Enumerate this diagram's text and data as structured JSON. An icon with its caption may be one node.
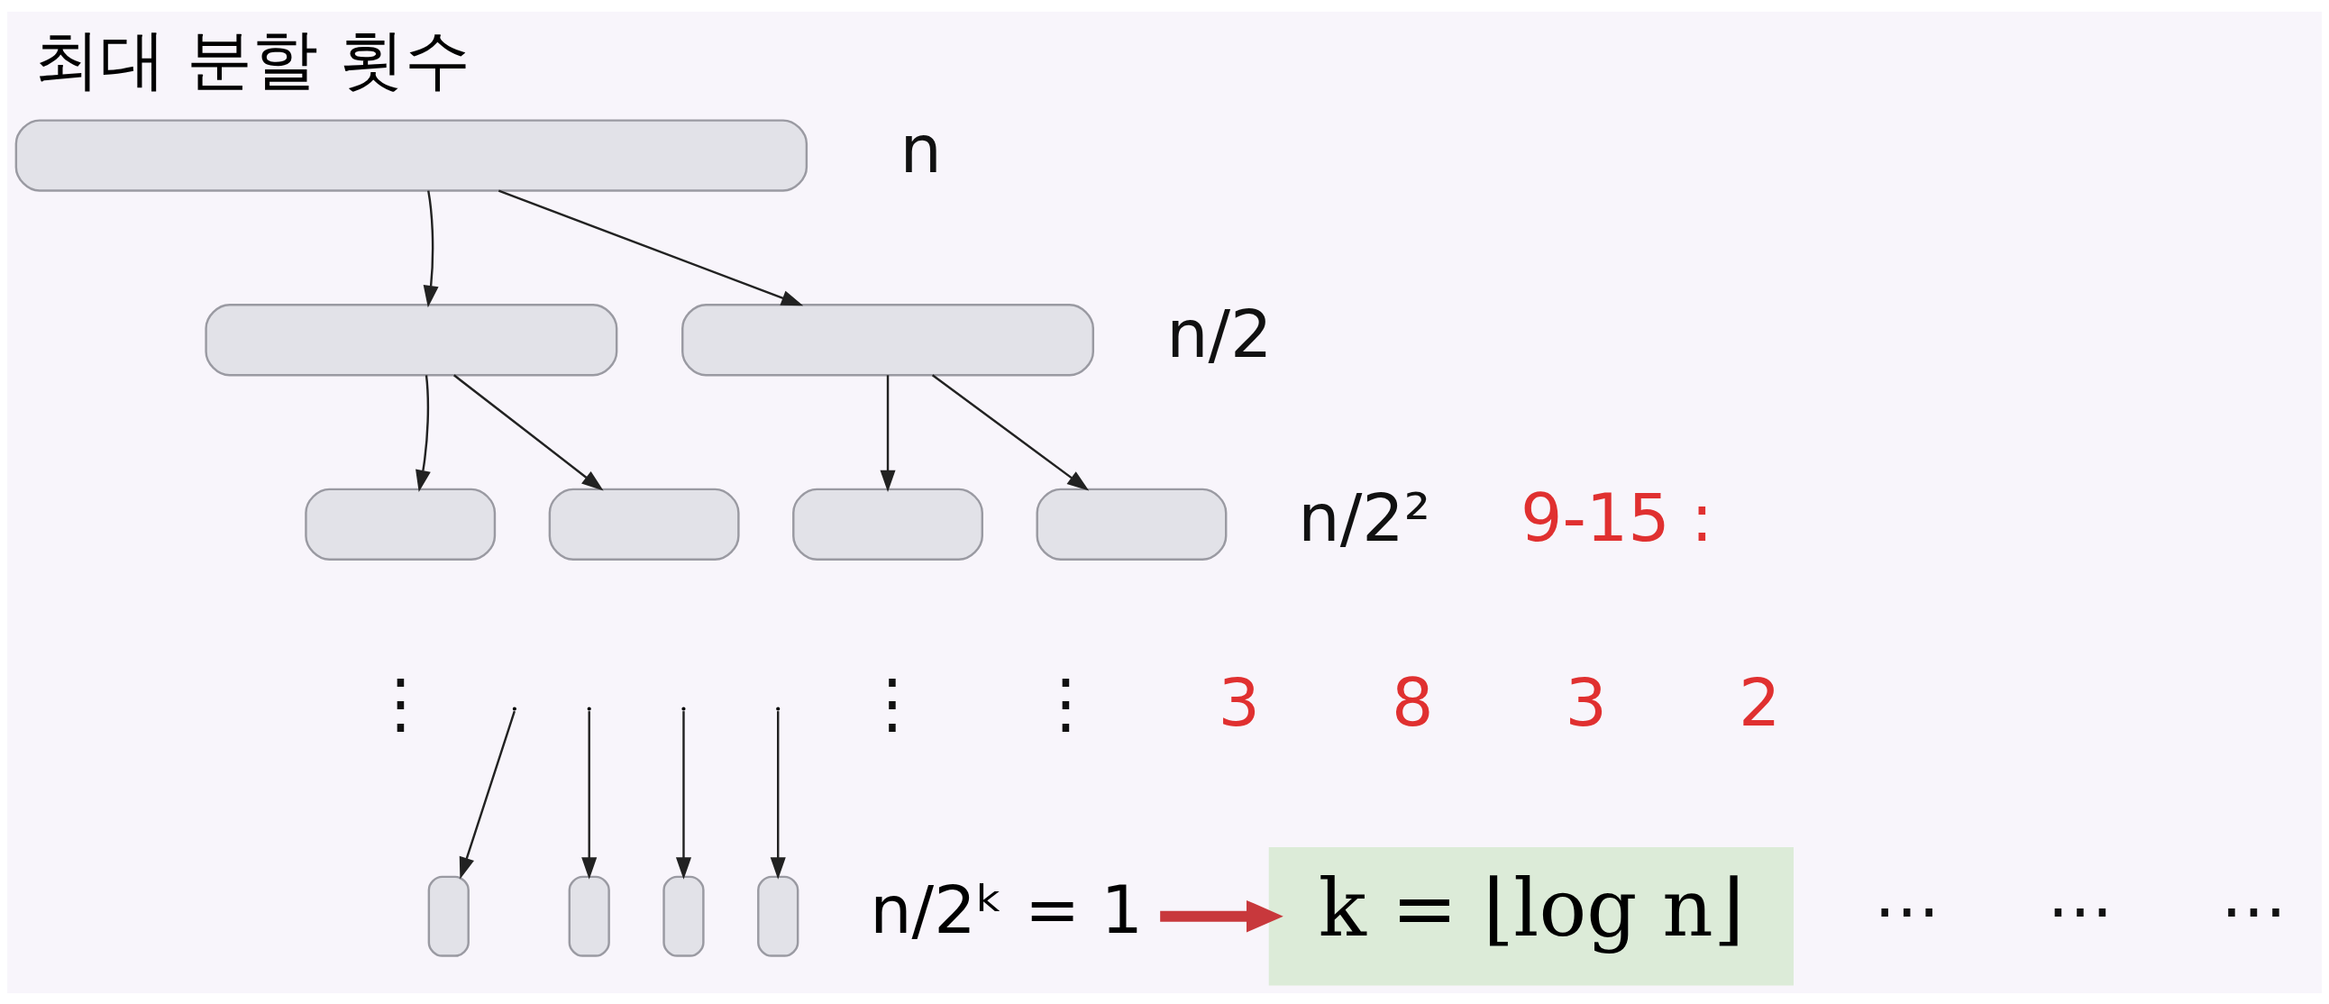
{
  "diagram": {
    "title": "최대 분할 횟수",
    "nodes": [
      {
        "text": [],
        "shape": "bar"
      },
      {
        "text": [],
        "shape": "bar"
      },
      {
        "text": [],
        "shape": "bar"
      },
      {
        "text": [],
        "shape": "bar"
      },
      {
        "text": [],
        "shape": "bar"
      },
      {
        "text": [],
        "shape": "bar"
      },
      {
        "text": [],
        "shape": "bar"
      },
      {
        "text": [],
        "shape": "bar"
      },
      {
        "text": [],
        "shape": "bar"
      },
      {
        "text": [],
        "shape": "bar"
      },
      {
        "text": [],
        "shape": "bar"
      },
      {
        "text": [
          "n/2ᵏ = 1"
        ]
      },
      {
        "text": [
          "k = ⌊log n⌋"
        ]
      }
    ],
    "edges": [
      {
        "from": 0,
        "to": 1,
        "arrow": "to"
      },
      {
        "from": 0,
        "to": 2,
        "arrow": "to"
      },
      {
        "from": 1,
        "to": 3,
        "arrow": "to"
      },
      {
        "from": 1,
        "to": 4,
        "arrow": "to"
      },
      {
        "from": 2,
        "to": 5,
        "arrow": "to"
      },
      {
        "from": 2,
        "to": 6,
        "arrow": "to"
      },
      {
        "from": null,
        "to": 7,
        "arrow": "to"
      },
      {
        "from": null,
        "to": 8,
        "arrow": "to"
      },
      {
        "from": null,
        "to": 9,
        "arrow": "to"
      },
      {
        "from": null,
        "to": 10,
        "arrow": "to"
      },
      {
        "from": 11,
        "to": 12,
        "arrow": "to",
        "style": "thick",
        "color": "#c8383c"
      }
    ],
    "labels": [
      "n",
      "n/2",
      "n/2²",
      "⋮",
      "⋮",
      "⋮",
      "⋯",
      "⋯",
      "⋯",
      "3",
      "8",
      "3",
      "2",
      "9-15 :"
    ]
  }
}
